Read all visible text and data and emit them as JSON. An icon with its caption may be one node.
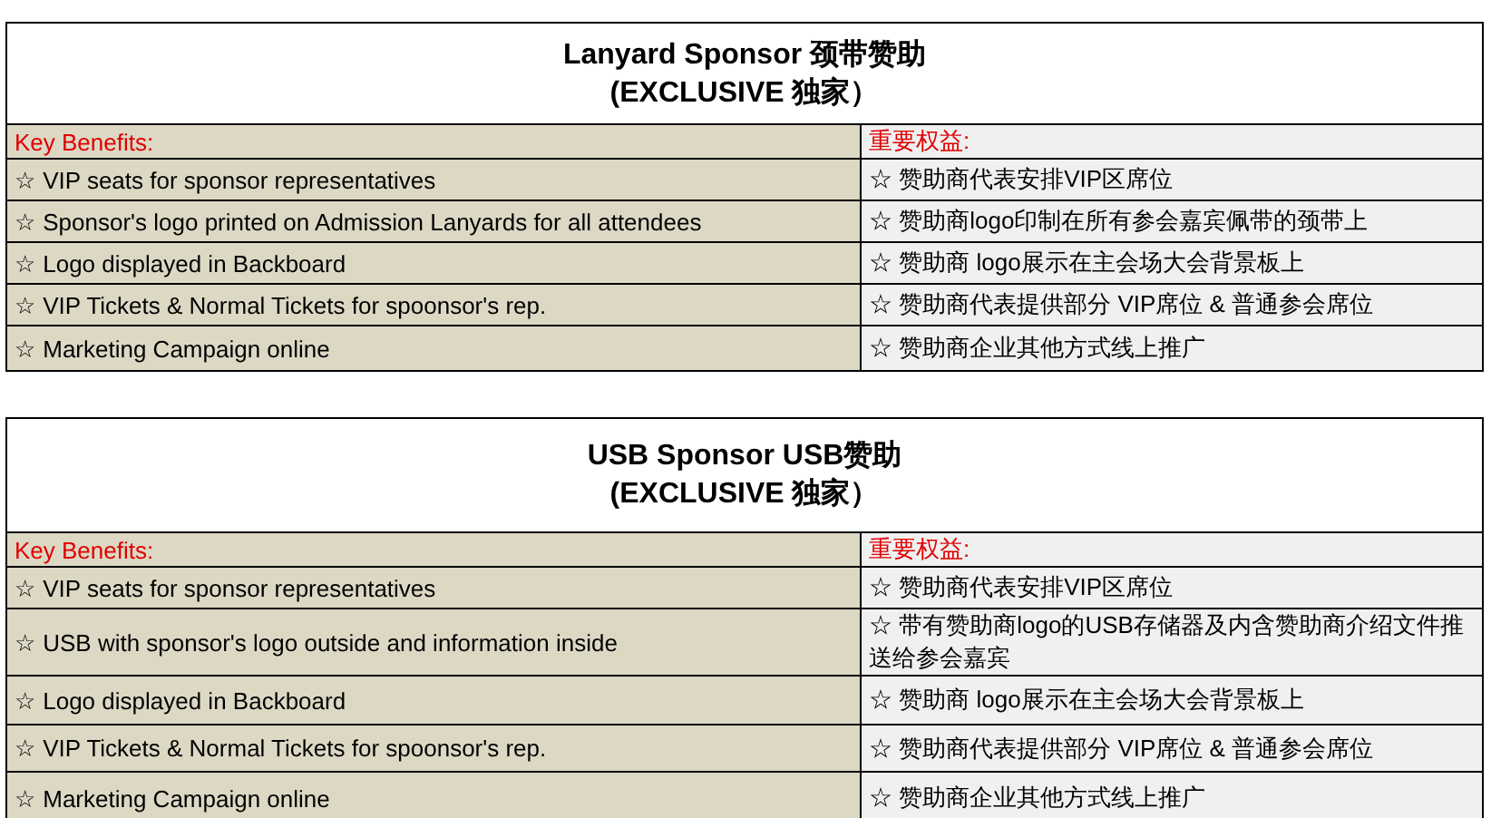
{
  "diagram": {
    "labels": [
      "Lanyard Sponsor 颈带赞助",
      "(EXCLUSIVE 独家）",
      "Key Benefits:",
      "重要权益:",
      "☆ VIP seats for sponsor representatives",
      "☆ 赞助商代表安排VIP区席位",
      "☆ Sponsor's logo printed on Admission Lanyards for all attendees",
      "☆ 赞助商logo印制在所有参会嘉宾佩带的颈带上",
      "☆ Logo displayed in Backboard",
      "☆ 赞助商 logo展示在主会场大会背景板上",
      "☆ VIP Tickets & Normal Tickets for spoonsor's rep.",
      "☆ 赞助商代表提供部分 VIP席位 & 普通参会席位",
      "☆ Marketing Campaign online",
      "☆ 赞助商企业其他方式线上推广",
      "USB Sponsor USB赞助",
      "(EXCLUSIVE 独家）",
      "Key Benefits:",
      "重要权益:",
      "☆ VIP seats for sponsor representatives",
      "☆ 赞助商代表安排VIP区席位",
      "☆ USB with sponsor's logo outside and information inside",
      "☆ 带有赞助商logo的USB存储器及内含赞助商介绍文件推送给参会嘉宾",
      "☆ Logo displayed in Backboard",
      "☆ 赞助商 logo展示在主会场大会背景板上",
      "☆ VIP Tickets & Normal Tickets for spoonsor's rep.",
      "☆ 赞助商代表提供部分 VIP席位 & 普通参会席位",
      "☆ Marketing Campaign online",
      "☆ 赞助商企业其他方式线上推广"
    ]
  }
}
